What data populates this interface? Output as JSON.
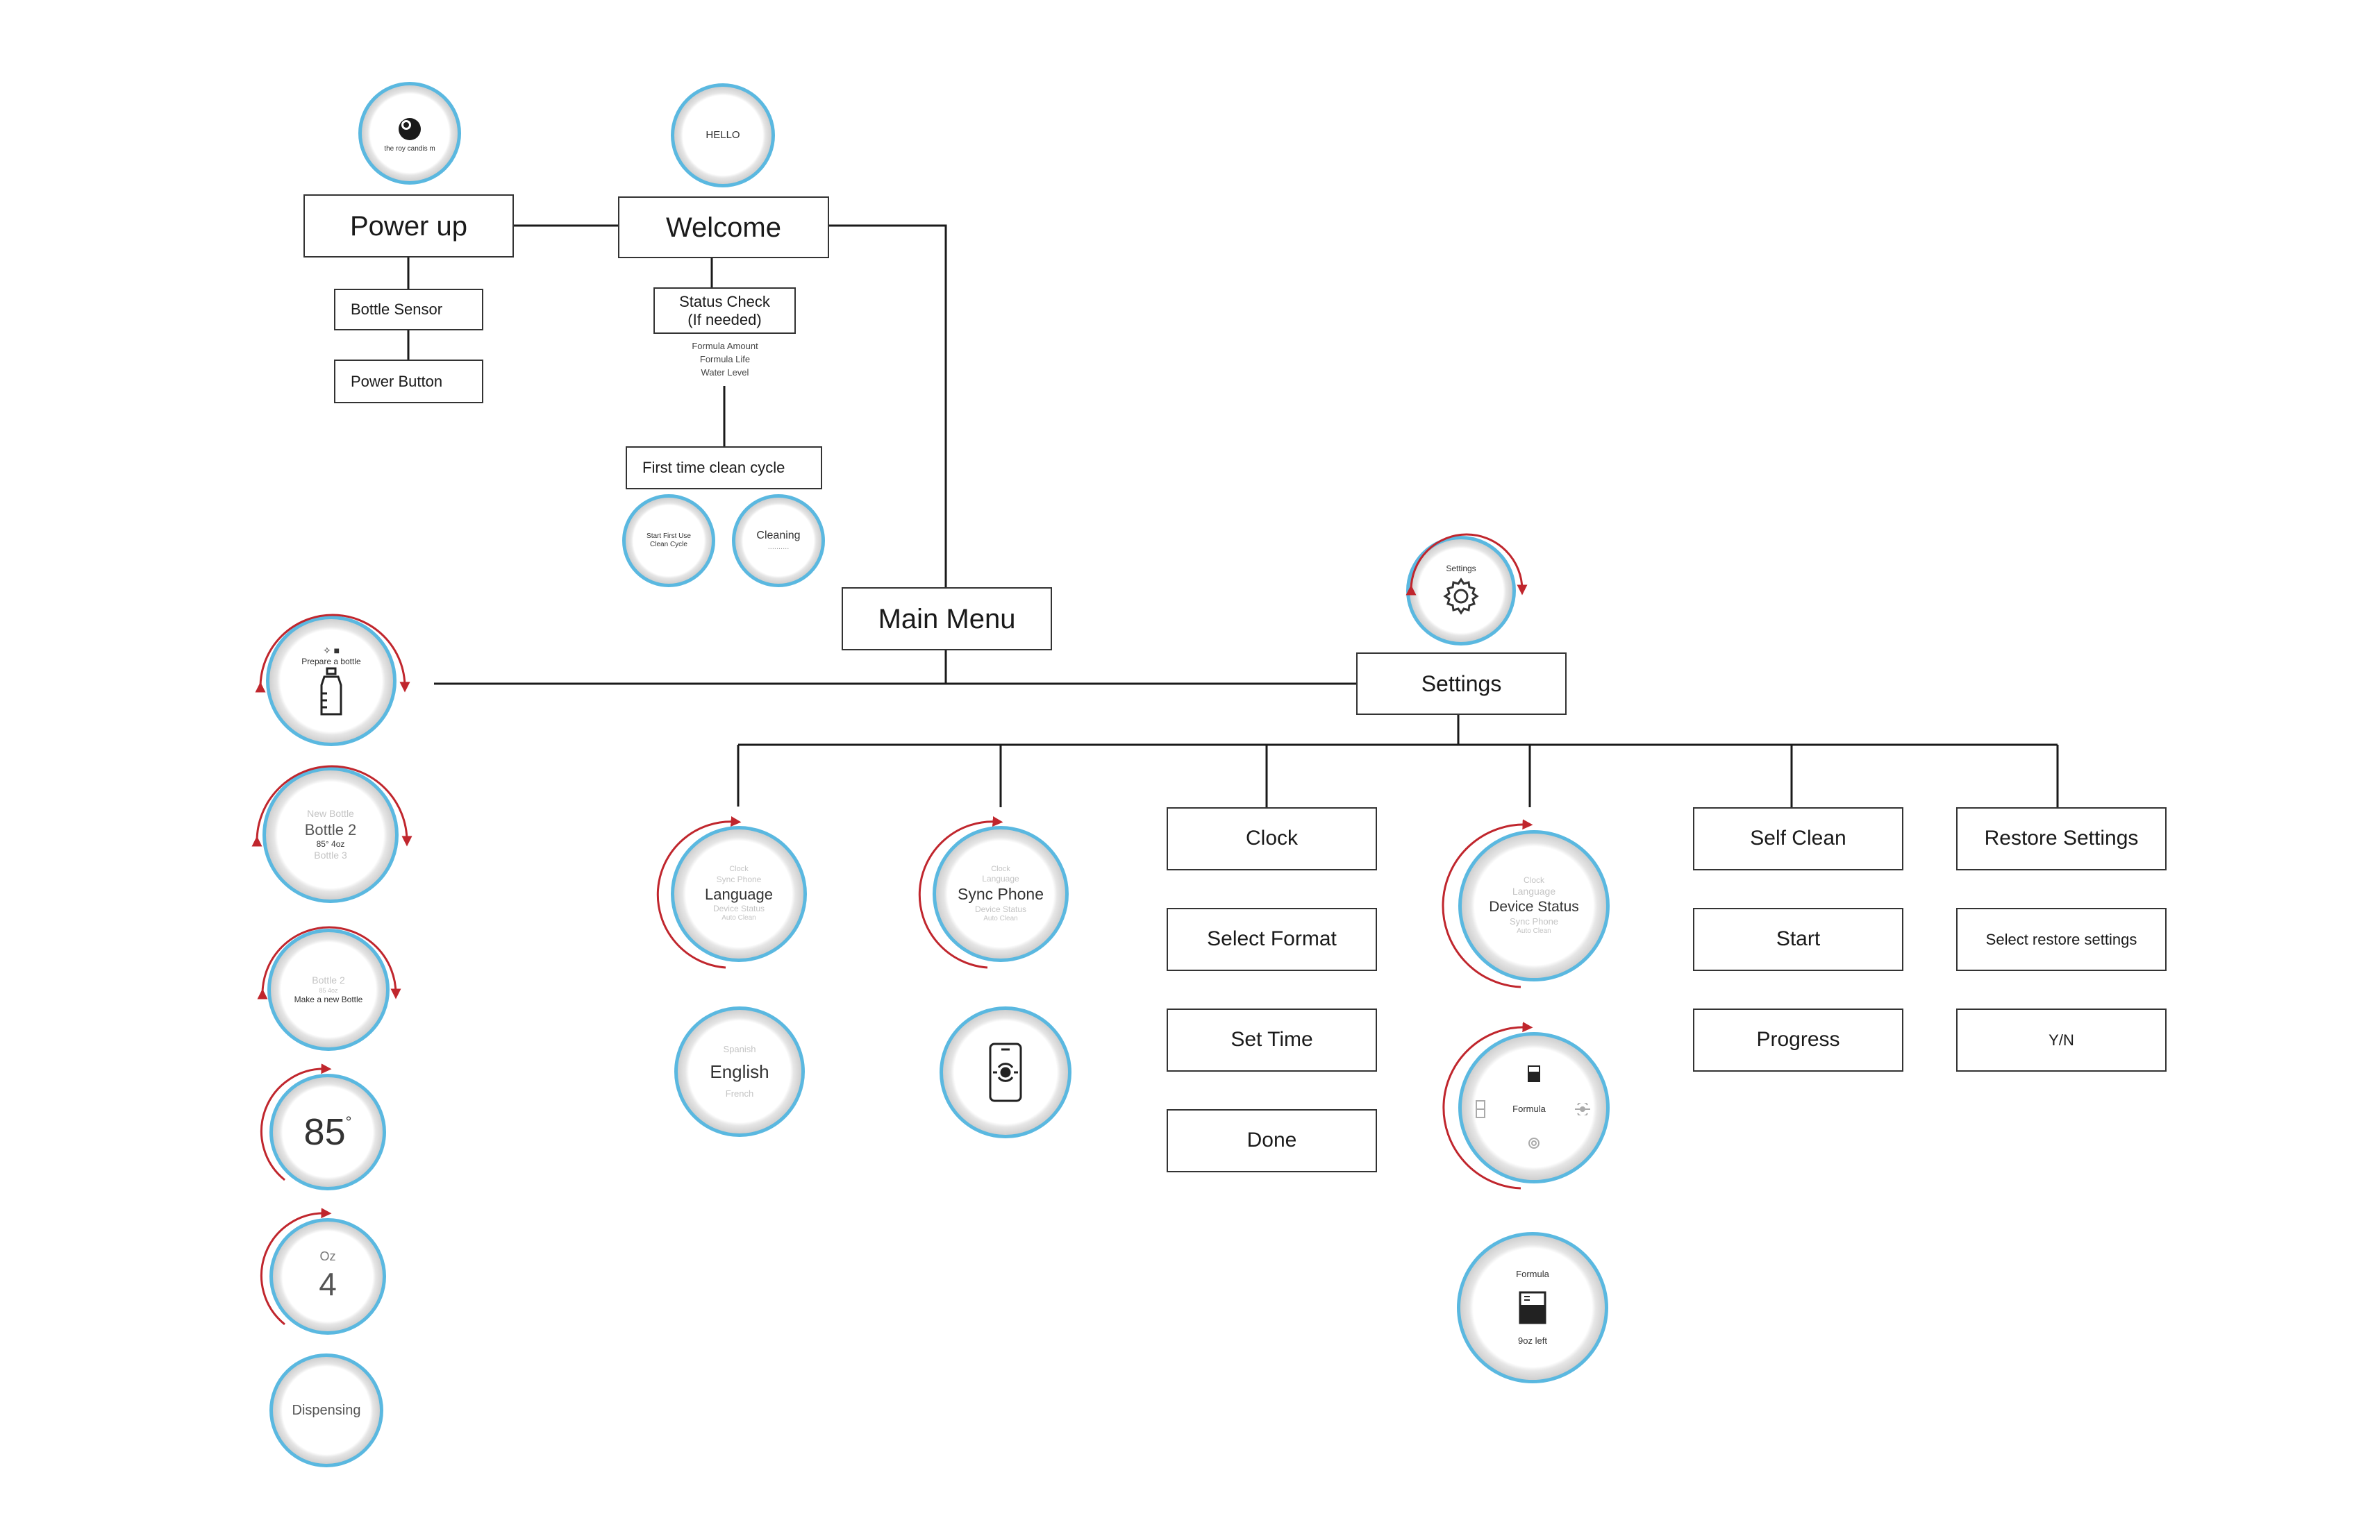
{
  "colors": {
    "accent_blue": "#5ab8e0",
    "accent_red": "#c0262d",
    "line": "#1a1a1a"
  },
  "top_dials": {
    "logo_caption": "the roy candis m",
    "hello": "HELLO",
    "start_clean": [
      "Start First Use",
      "Clean Cycle"
    ],
    "cleaning": "Cleaning",
    "cleaning_dots": "..........",
    "settings_title": "Settings",
    "settings_icon": "gear-icon"
  },
  "boxes": {
    "power_up": "Power up",
    "bottle_sensor": "Bottle Sensor",
    "power_button": "Power Button",
    "welcome": "Welcome",
    "status_check": [
      "Status Check",
      "(If needed)"
    ],
    "status_notes": [
      "Formula Amount",
      "Formula Life",
      "Water Level"
    ],
    "first_clean": "First time clean cycle",
    "main_menu": "Main Menu",
    "settings": "Settings"
  },
  "bottle_flow": {
    "prepare_label": "Prepare a bottle",
    "prepare_icons": "✧ ■",
    "bottle_icon": "bottle-icon",
    "new_bottle": "New Bottle",
    "bottle2": "Bottle 2",
    "bottle2_specs": "85°  4oz",
    "bottle3": "Bottle 3",
    "bottle2_small": "Bottle 2",
    "bottle2_small_specs": "85  4oz",
    "make_new": "Make a new Bottle",
    "temp": "85",
    "temp_unit": "°",
    "oz_label": "Oz",
    "oz_value": "4",
    "dispensing": "Dispensing"
  },
  "settings_branches": {
    "language": {
      "menu": [
        "Clock",
        "Sync Phone",
        "Language",
        "Device Status",
        "Auto Clean"
      ],
      "options": [
        "Spanish",
        "English",
        "French"
      ]
    },
    "sync_phone": {
      "menu": [
        "Clock",
        "Language",
        "Sync Phone",
        "Device Status",
        "Auto Clean"
      ],
      "icon": "phone-sync-icon"
    },
    "clock": [
      "Clock",
      "Select Format",
      "Set Time",
      "Done"
    ],
    "device_status": {
      "menu": [
        "Clock",
        "Language",
        "Device Status",
        "Sync Phone",
        "Auto Clean"
      ],
      "formula_label": "Formula",
      "formula_title": "Formula",
      "formula_left": "9oz left"
    },
    "self_clean": [
      "Self Clean",
      "Start",
      "Progress"
    ],
    "restore": [
      "Restore Settings",
      "Select restore settings",
      "Y/N"
    ]
  }
}
